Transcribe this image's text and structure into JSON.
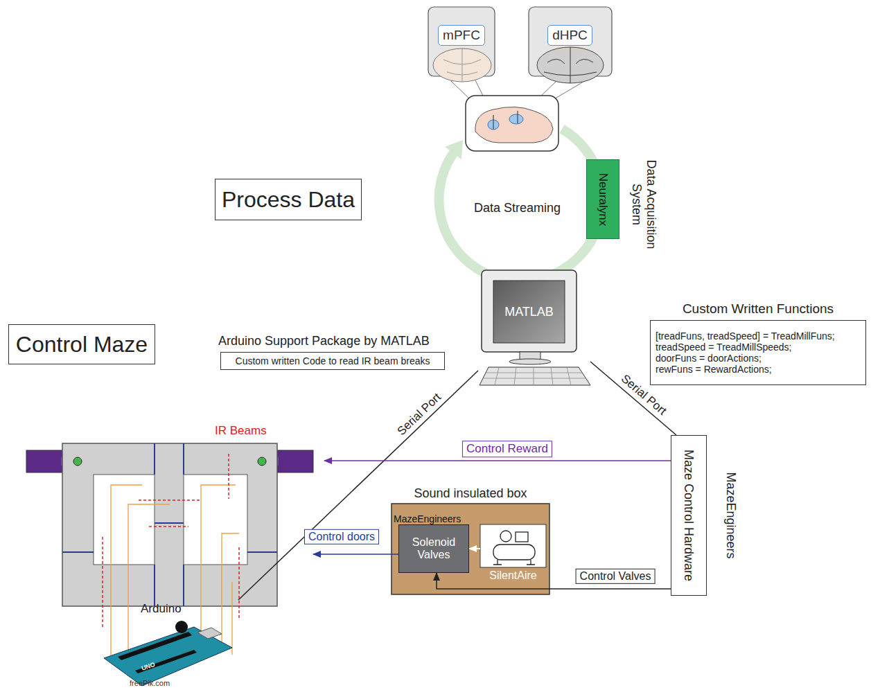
{
  "diagram": {
    "nodes": [
      {
        "text": [
          "mPFC"
        ]
      },
      {
        "text": [
          "dHPC"
        ]
      },
      {
        "text": [
          "Process Data"
        ]
      },
      {
        "text": [
          "Neuralynx"
        ]
      },
      {
        "text": [
          "Control Maze"
        ]
      },
      {
        "text": [
          "Arduino Support Package by MATLAB",
          "Custom written Code to read IR beam breaks"
        ]
      },
      {
        "text": [
          "MATLAB"
        ]
      },
      {
        "text": [
          "Custom Written Functions",
          "[treadFuns, treadSpeed] = TreadMillFuns;",
          "treadSpeed = TreadMillSpeeds;",
          "doorFuns = doorActions;",
          "rewFuns = RewardActions;"
        ]
      },
      {
        "text": [
          "IR Beams"
        ]
      },
      {
        "text": [
          "Maze Control Hardware",
          "MazeEngineers"
        ]
      },
      {
        "text": [
          "Sound insulated box"
        ]
      },
      {
        "text": [
          "MazeEngineers",
          "Solenoid Valves"
        ],
        "in": 10
      },
      {
        "text": [
          "SilentAire"
        ],
        "in": 10
      },
      {
        "text": [
          "Arduino"
        ]
      }
    ],
    "edges": [
      {
        "from": 6,
        "to": 13,
        "label": "Serial Port",
        "arrow": "none"
      },
      {
        "from": 6,
        "to": 9,
        "label": "Serial Port",
        "arrow": "none"
      },
      {
        "from": 9,
        "to": 8,
        "label": "Control Reward",
        "arrow": "to"
      },
      {
        "from": 11,
        "to": 8,
        "label": "Control doors",
        "arrow": "to"
      },
      {
        "from": 9,
        "to": 11,
        "label": "Control Valves",
        "arrow": "to"
      },
      {
        "from": 12,
        "to": 11,
        "arrow": "to"
      }
    ],
    "labels": [
      "Data Acquisition System",
      "Data Streaming",
      "UNO",
      "freePik.com"
    ]
  }
}
